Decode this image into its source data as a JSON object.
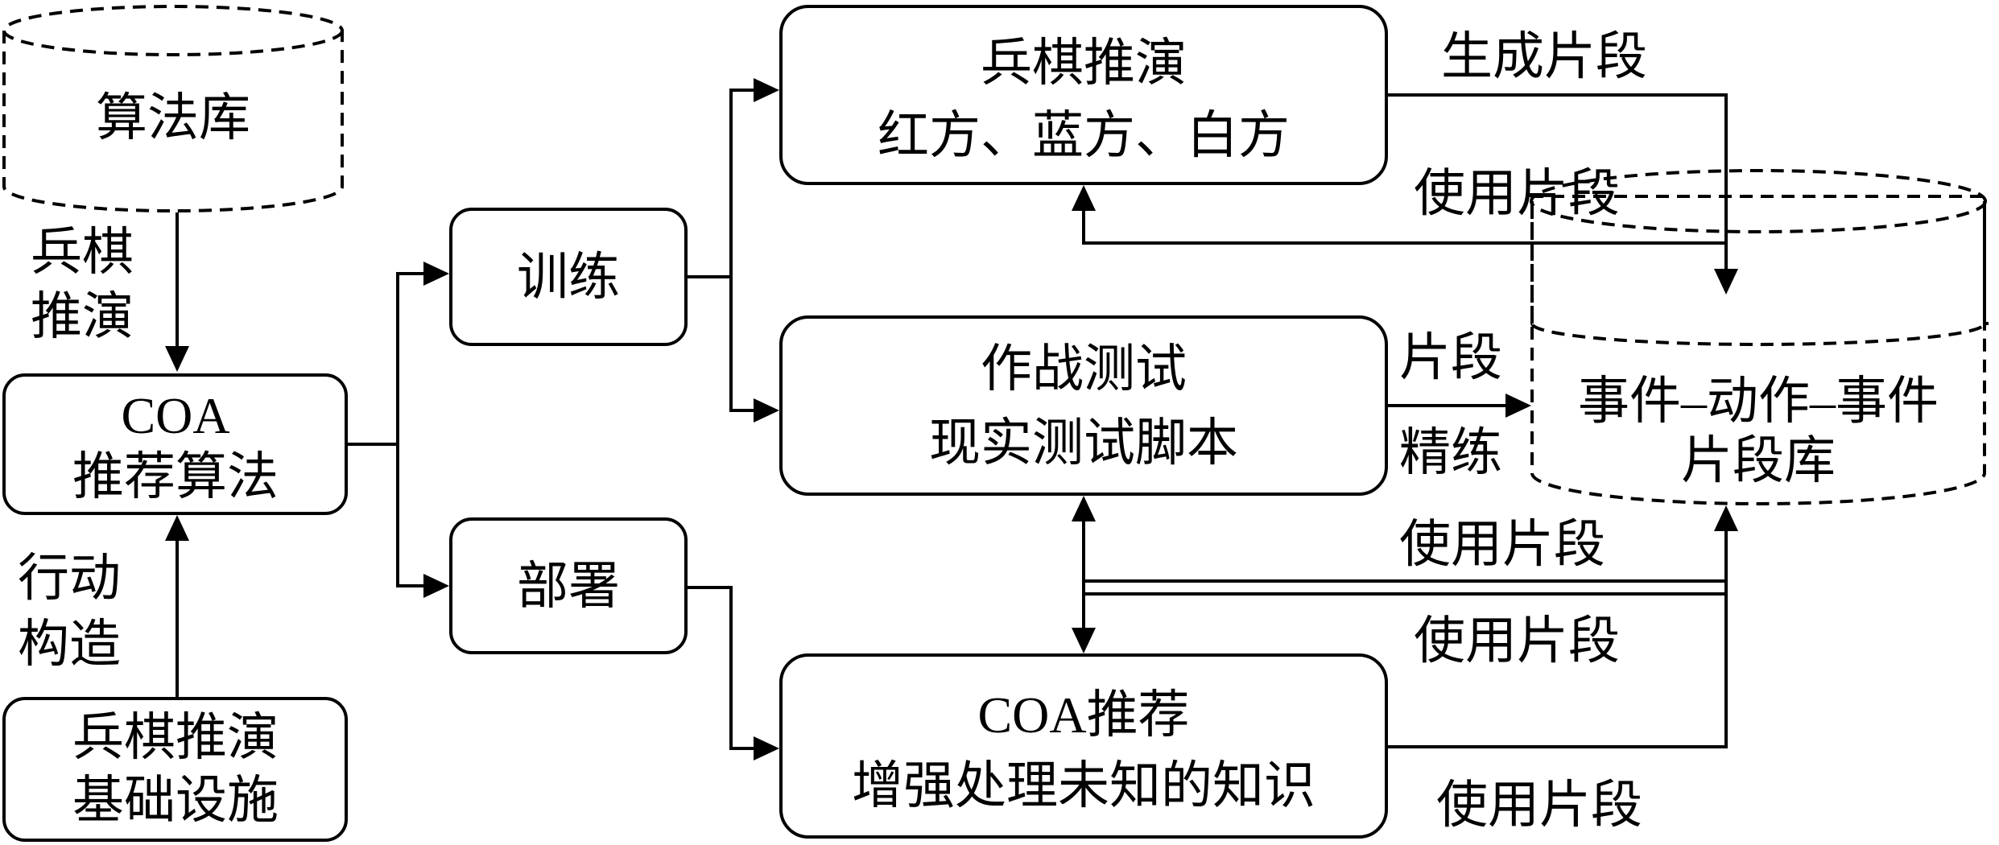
{
  "algorithm_library": {
    "label": "算法库"
  },
  "coa_algorithm": {
    "line1": "COA",
    "line2": "推荐算法"
  },
  "wargame_infra": {
    "line1": "兵棋推演",
    "line2": "基础设施"
  },
  "training": {
    "label": "训练"
  },
  "deployment": {
    "label": "部署"
  },
  "wargame": {
    "line1": "兵棋推演",
    "line2": "红方、蓝方、白方"
  },
  "operational_test": {
    "line1": "作战测试",
    "line2": "现实测试脚本"
  },
  "coa_recommend": {
    "line1": "COA推荐",
    "line2": "增强处理未知的知识"
  },
  "fragment_library": {
    "line1": "事件–动作–事件",
    "line2": "片段库"
  },
  "edge_labels": {
    "wargame_from_lib_1": "兵棋",
    "wargame_from_lib_2": "推演",
    "action_construct_1": "行动",
    "action_construct_2": "构造",
    "generate_fragments": "生成片段",
    "use_fragments_wargame": "使用片段",
    "fragments": "片段",
    "refine": "精练",
    "use_fragments_upper": "使用片段",
    "use_fragments_lower": "使用片段",
    "use_fragments_coa": "使用片段"
  }
}
